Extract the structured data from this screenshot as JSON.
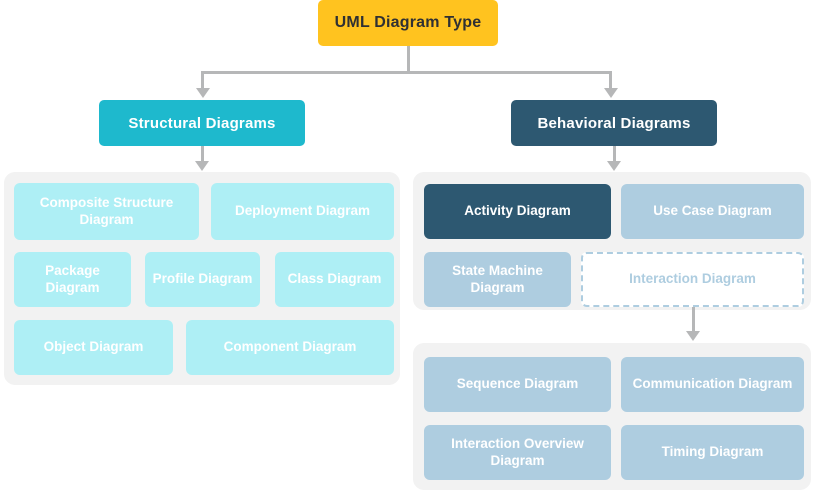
{
  "root": {
    "label": "UML Diagram Type",
    "color": "#ffc31f"
  },
  "branches": [
    {
      "id": "structural",
      "label": "Structural Diagrams",
      "color": "#1eb9cd",
      "tile_color": "#aeeff5",
      "items": [
        {
          "label": "Composite Structure Diagram",
          "style": "cyan"
        },
        {
          "label": "Deployment Diagram",
          "style": "cyan"
        },
        {
          "label": "Package Diagram",
          "style": "cyan"
        },
        {
          "label": "Profile Diagram",
          "style": "cyan"
        },
        {
          "label": "Class Diagram",
          "style": "cyan"
        },
        {
          "label": "Object Diagram",
          "style": "cyan"
        },
        {
          "label": "Component Diagram",
          "style": "cyan"
        }
      ]
    },
    {
      "id": "behavioral",
      "label": "Behavioral Diagrams",
      "color": "#2d5871",
      "tile_color": "#aecde0",
      "items": [
        {
          "label": "Activity Diagram",
          "style": "dark"
        },
        {
          "label": "Use Case Diagram",
          "style": "blue"
        },
        {
          "label": "State Machine Diagram",
          "style": "blue"
        },
        {
          "label": "Interaction Diagram",
          "style": "dashed"
        }
      ],
      "interaction_children": [
        {
          "label": "Sequence Diagram",
          "style": "blue"
        },
        {
          "label": "Communication Diagram",
          "style": "blue"
        },
        {
          "label": "Interaction Overview Diagram",
          "style": "blue"
        },
        {
          "label": "Timing Diagram",
          "style": "blue"
        }
      ]
    }
  ],
  "palette": {
    "background": "#ffffff",
    "panel": "#f2f2f2",
    "connector": "#b6b7b8",
    "root_accent": "#ffc31f",
    "structural_accent": "#1eb9cd",
    "behavioral_accent": "#2d5871",
    "tile_cyan": "#aeeff5",
    "tile_blue": "#aecde0",
    "text_on_tile": "#ffffff",
    "root_text": "#2f3033"
  }
}
